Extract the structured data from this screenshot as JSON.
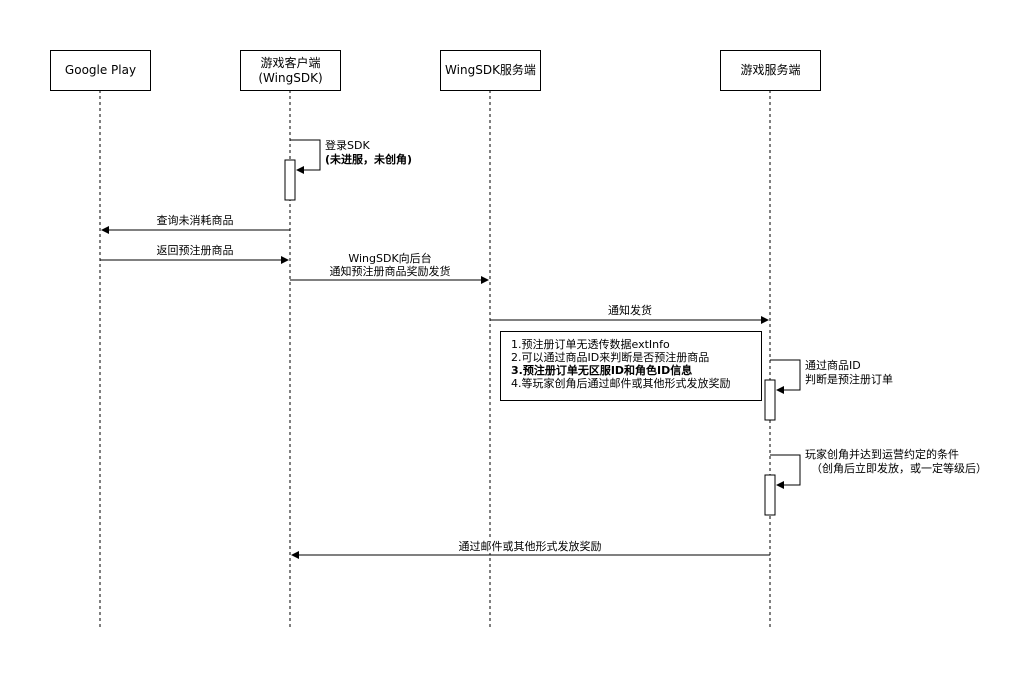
{
  "participants": [
    {
      "name": "Google Play"
    },
    {
      "line1": "游戏客户端",
      "line2": "(WingSDK)"
    },
    {
      "name": "WingSDK服务端"
    },
    {
      "name": "游戏服务端"
    }
  ],
  "self_messages": [
    {
      "line1": "登录SDK",
      "line2": "(未进服，未创角)"
    },
    {
      "line1": "通过商品ID",
      "line2": "判断是预注册订单"
    },
    {
      "line1": "玩家创角并达到运营约定的条件",
      "line2": "（创角后立即发放，或一定等级后）"
    }
  ],
  "messages": [
    {
      "text": "查询未消耗商品"
    },
    {
      "text": "返回预注册商品"
    },
    {
      "line1": "WingSDK向后台",
      "line2": "通知预注册商品奖励发货"
    },
    {
      "text": "通知发货"
    },
    {
      "text": "通过邮件或其他形式发放奖励"
    }
  ],
  "note": {
    "lines": [
      "1.预注册订单无透传数据extInfo",
      "2.可以通过商品ID来判断是否预注册商品",
      "3.预注册订单无区服ID和角色ID信息",
      "4.等玩家创角后通过邮件或其他形式发放奖励"
    ]
  },
  "colors": {
    "stroke": "#000000",
    "background": "#ffffff"
  }
}
